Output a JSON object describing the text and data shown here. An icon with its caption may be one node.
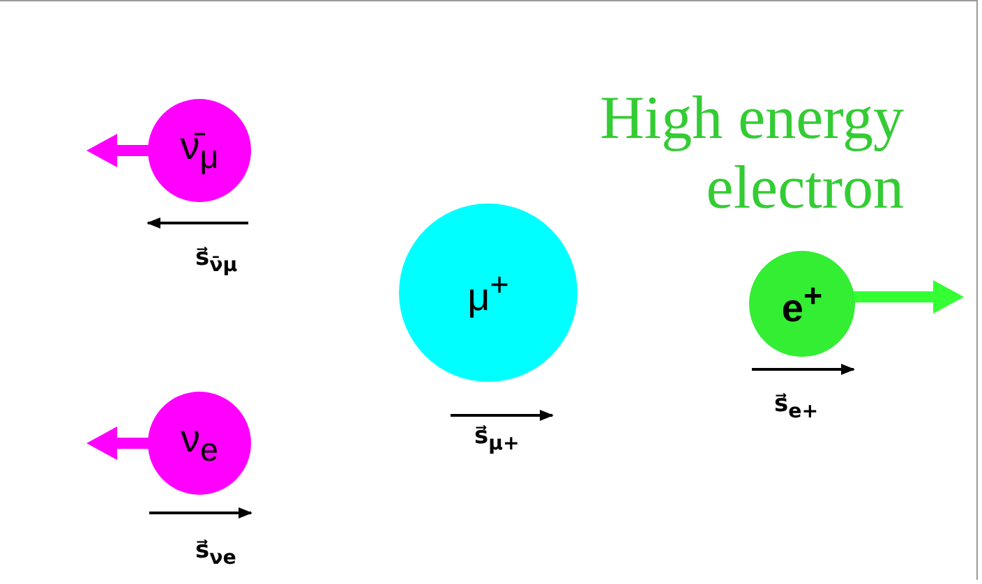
{
  "diagram": {
    "nodes": [
      {
        "text": [
          "ν̄$_{μ}$"
        ]
      },
      {
        "text": [
          "ν$_{e}$"
        ]
      },
      {
        "text": [
          "μ$^{+}$"
        ]
      },
      {
        "text": [
          "e$^{+}$"
        ]
      }
    ],
    "edges": [
      {
        "from": 0,
        "to": null,
        "arrow": "to"
      },
      {
        "from": 1,
        "to": null,
        "arrow": "to"
      },
      {
        "from": 3,
        "to": null,
        "arrow": "to",
        "color": "#33ff33"
      }
    ],
    "labels": [
      "High energy electron",
      "s⃗$_{ν̄μ}$",
      "s⃗$_{μ+}$",
      "s⃗$_{e+}$",
      "s⃗$_{νe}$"
    ]
  }
}
